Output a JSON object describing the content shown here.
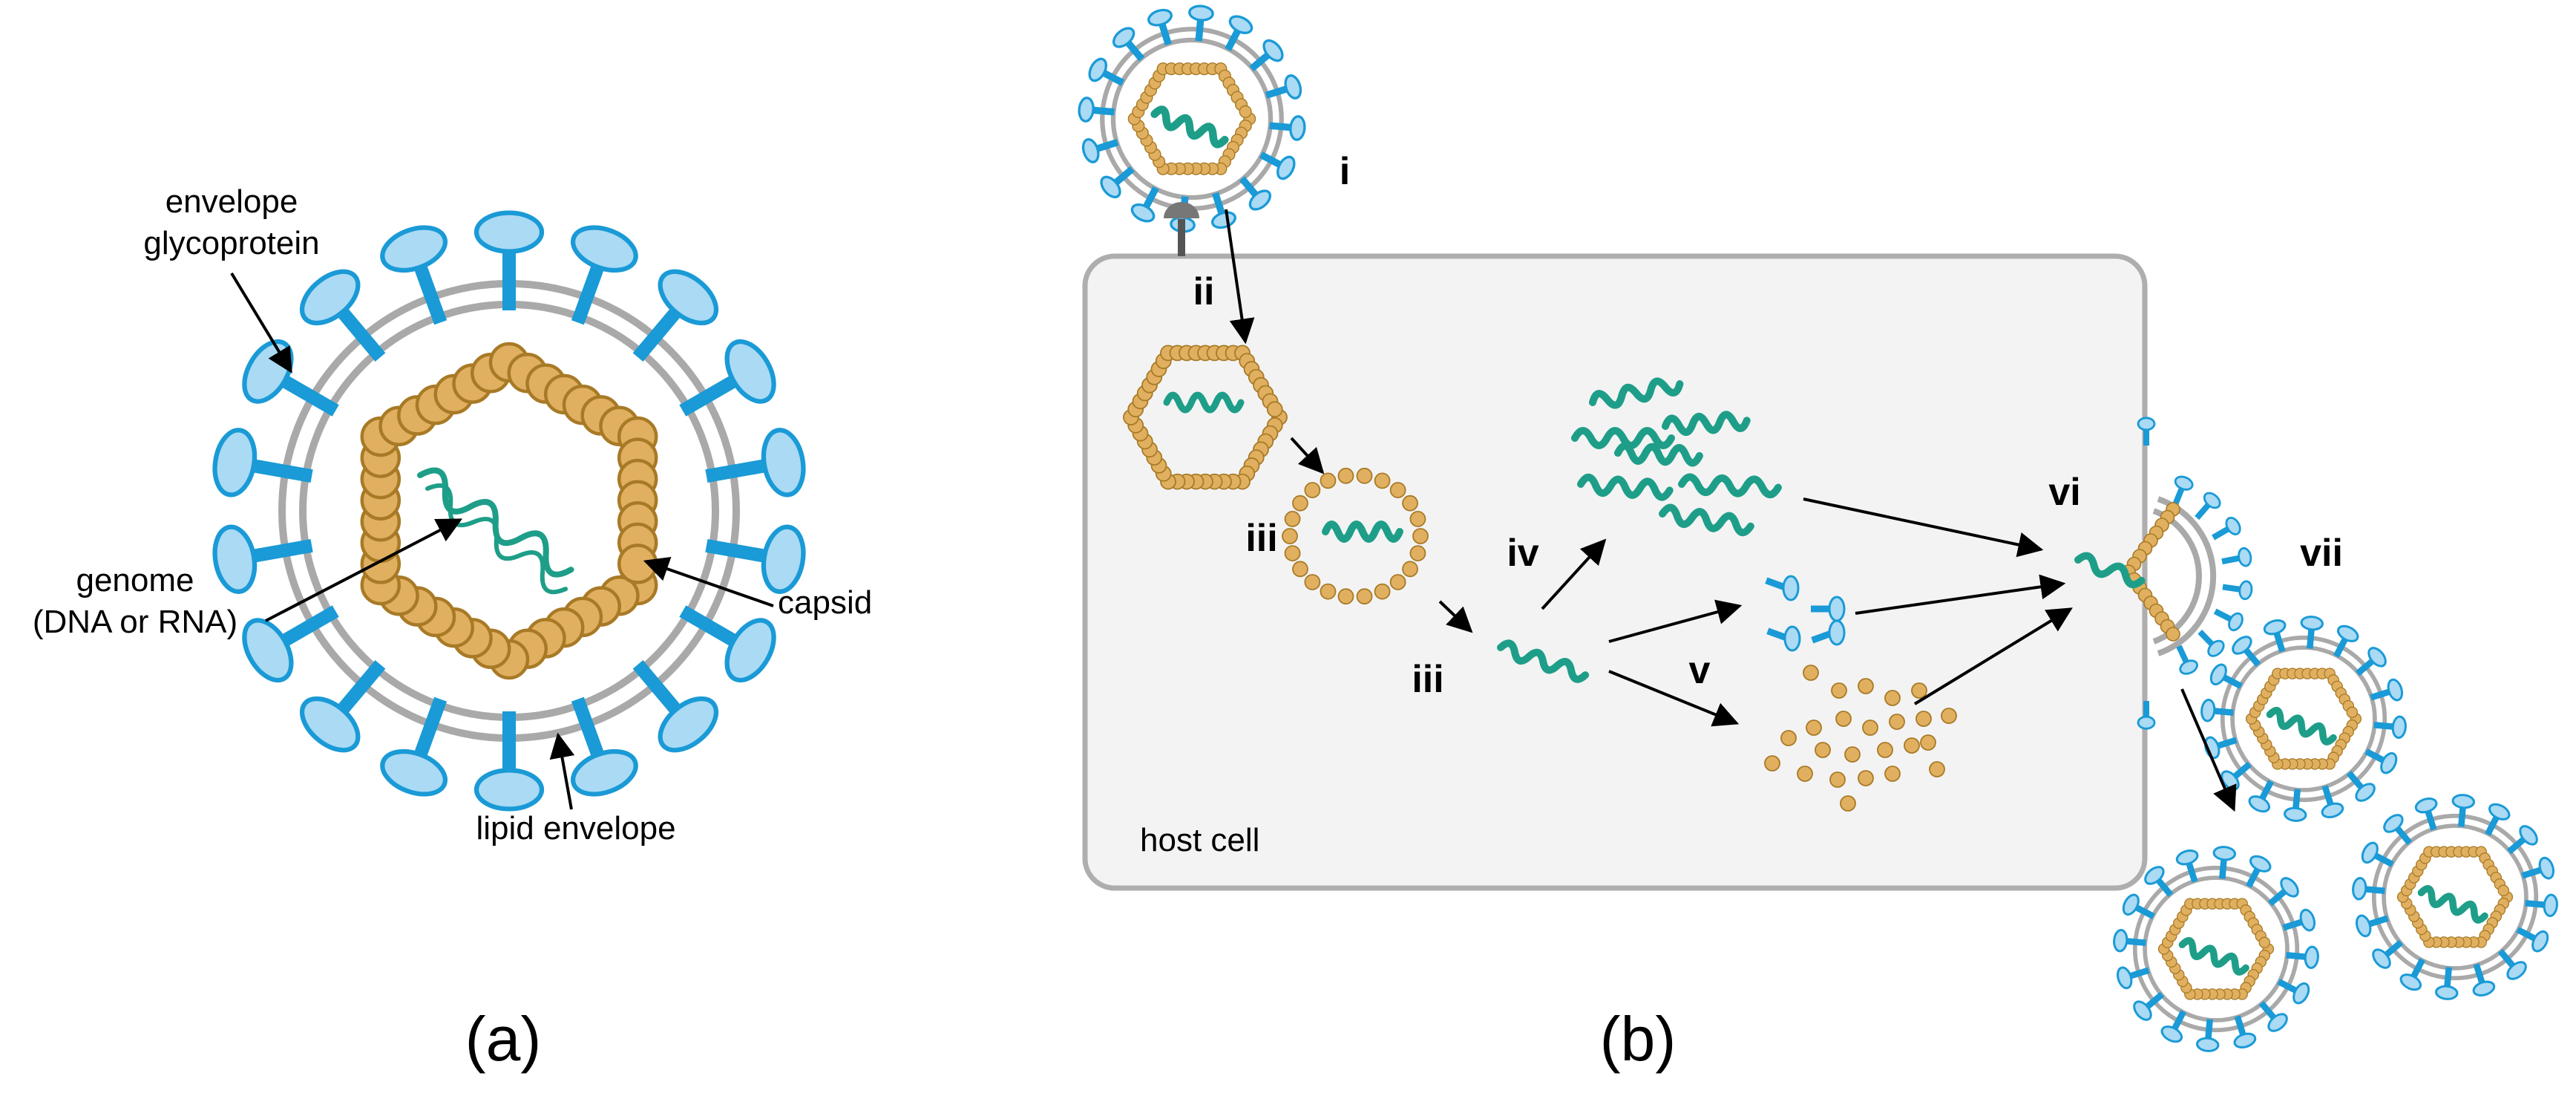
{
  "colors": {
    "spike": "#1a9ad6",
    "spike_head": "#aadaf4",
    "capsid": "#e0b060",
    "capsid_stroke": "#a87a26",
    "genome": "#1e9e88",
    "envelope": "#a9a9a9",
    "host_fill": "#f3f3f3",
    "host_stroke": "#aeaeae"
  },
  "panel_a": {
    "label": "(a)",
    "callouts": {
      "glycoprotein_1": "envelope",
      "glycoprotein_2": "glycoprotein",
      "genome_1": "genome",
      "genome_2": "(DNA or RNA)",
      "capsid": "capsid",
      "lipid_envelope": "lipid envelope"
    }
  },
  "panel_b": {
    "label": "(b)",
    "host_cell": "host cell",
    "steps": {
      "i": "i",
      "ii": "ii",
      "iii_1": "iii",
      "iii_2": "iii",
      "iv": "iv",
      "v": "v",
      "vi": "vi",
      "vii": "vii"
    }
  }
}
